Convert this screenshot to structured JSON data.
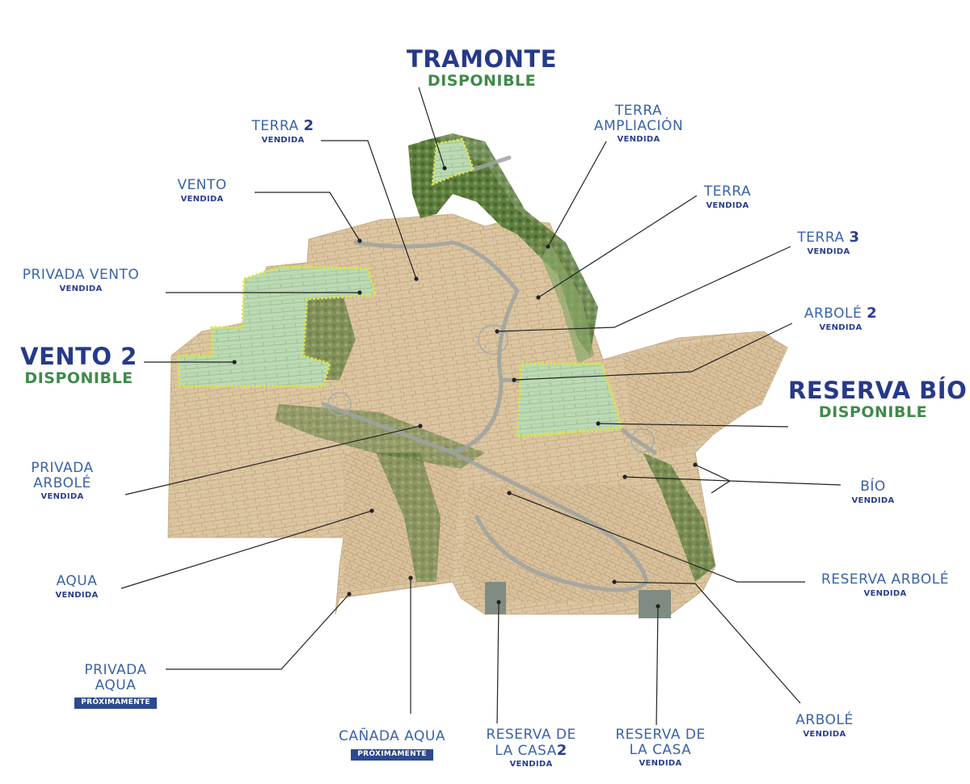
{
  "colors": {
    "lot": "#dcc6a2",
    "lot_line": "#b99b74",
    "green": "#6f8f4c",
    "dark_green": "#4b6b35",
    "available_fill": "#b7d7b0",
    "available_border": "#d8e34a",
    "label_blue": "#2f5aa0",
    "status_blue": "#2a3f8f",
    "available_green": "#3f8a4a",
    "badge_bg": "#2d4a8e",
    "leader": "#222222"
  },
  "labels": {
    "tramonte": {
      "name": "TRAMONTE",
      "status": "DISPONIBLE"
    },
    "vento2": {
      "name": "VENTO 2",
      "status": "DISPONIBLE"
    },
    "reserva_bio": {
      "name": "RESERVA BÍO",
      "status": "DISPONIBLE"
    },
    "terra2": {
      "name": "TERRA",
      "num": "2",
      "status": "VENDIDA"
    },
    "terra_ampliacion": {
      "line1": "TERRA",
      "line2": "AMPLIACIÓN",
      "status": "VENDIDA"
    },
    "vento": {
      "name": "VENTO",
      "status": "VENDIDA"
    },
    "terra": {
      "name": "TERRA",
      "status": "VENDIDA"
    },
    "terra3": {
      "name": "TERRA",
      "num": "3",
      "status": "VENDIDA"
    },
    "privada_vento": {
      "name": "PRIVADA VENTO",
      "status": "VENDIDA"
    },
    "arbole2": {
      "name": "ARBOLÉ",
      "num": "2",
      "status": "VENDIDA"
    },
    "privada_arbole": {
      "line1": "PRIVADA",
      "line2": "ARBOLÉ",
      "status": "VENDIDA"
    },
    "bio": {
      "name": "BÍO",
      "status": "VENDIDA"
    },
    "aqua": {
      "name": "AQUA",
      "status": "VENDIDA"
    },
    "reserva_arbole": {
      "name": "RESERVA ARBOLÉ",
      "status": "VENDIDA"
    },
    "privada_aqua": {
      "line1": "PRIVADA",
      "line2": "AQUA",
      "status": "PRÓXIMAMENTE"
    },
    "canada_aqua": {
      "name": "CAÑADA AQUA",
      "status": "PRÓXIMAMENTE"
    },
    "reserva_casa2": {
      "line1": "RESERVA DE",
      "line2": "LA CASA",
      "num": "2",
      "status": "VENDIDA"
    },
    "reserva_casa": {
      "line1": "RESERVA DE",
      "line2": "LA CASA",
      "status": "VENDIDA"
    },
    "arbole": {
      "name": "ARBOLÉ",
      "status": "VENDIDA"
    }
  }
}
